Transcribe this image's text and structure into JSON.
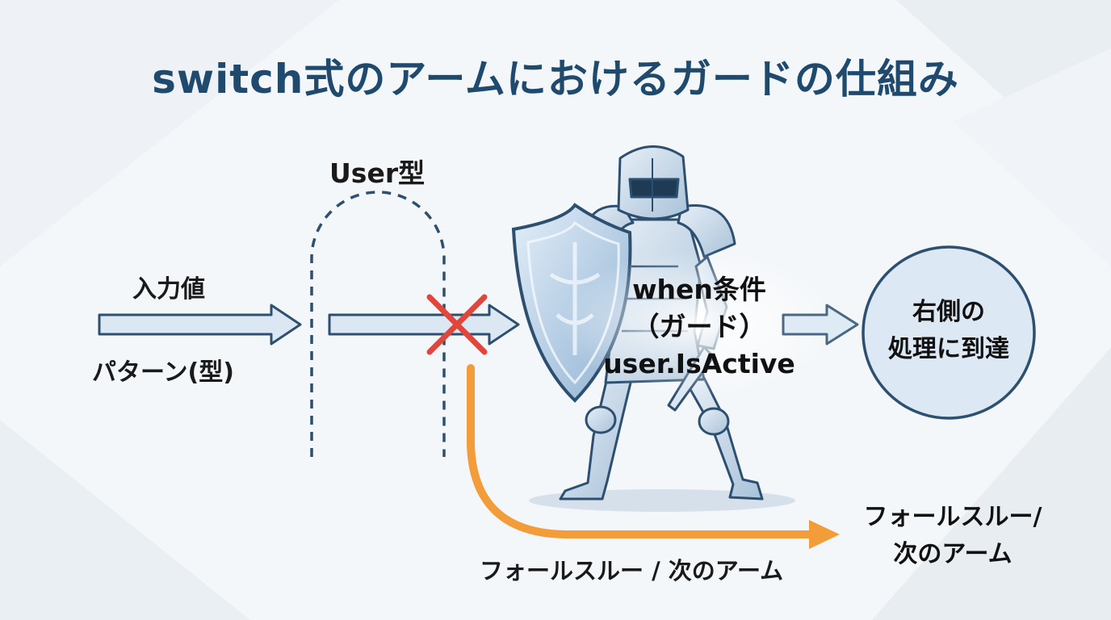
{
  "title": "switch式のアームにおけるガードの仕組み",
  "labels": {
    "type_label": "User型",
    "input_value": "入力値",
    "pattern": "パターン(型)",
    "guard_lines": [
      "when条件",
      "（ガード）",
      "user.IsActive"
    ],
    "result_lines": [
      "右側の",
      "処理に到達"
    ],
    "fallthrough_right_lines": [
      "フォールスルー/",
      "次のアーム"
    ],
    "fallthrough_bottom": "フォールスルー / 次のアーム"
  },
  "colors": {
    "title": "#1f4a6e",
    "arrow_fill": "#dbe8f4",
    "arrow_stroke": "#2d4f70",
    "dashed_gate": "#2d4f70",
    "reject_x": "#e0463c",
    "fallthrough_arrow": "#f39c3a",
    "result_circle_fill": "#dce8f3",
    "knight_armor": "#c9d9e8",
    "shield": "#a9c6e2"
  },
  "icons": {
    "gate": "dashed-arch-gate",
    "reject": "x-mark-icon",
    "guard": "armored-knight-with-shield"
  }
}
